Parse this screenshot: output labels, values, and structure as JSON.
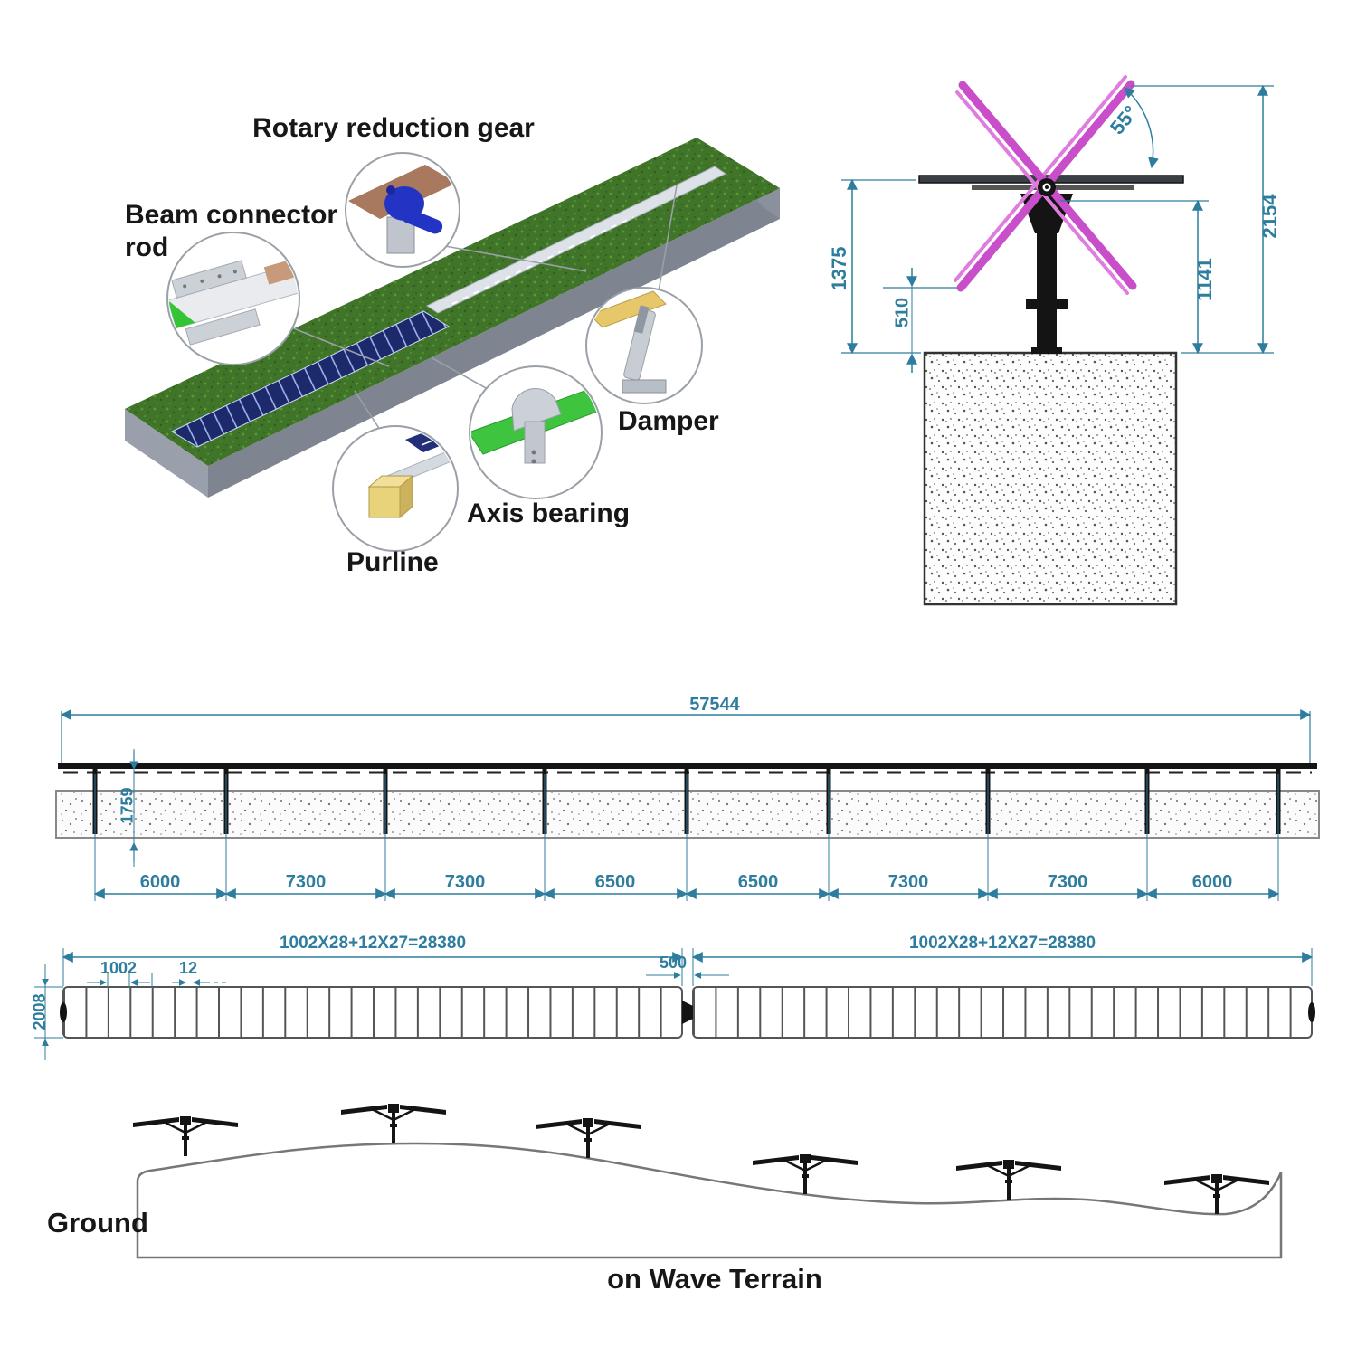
{
  "illustration": {
    "labels": {
      "rotary_reduction_gear": "Rotary reduction gear",
      "beam_connector_line1": "Beam connector",
      "beam_connector_line2": "rod",
      "damper": "Damper",
      "axis_bearing": "Axis bearing",
      "purline": "Purline"
    }
  },
  "side_view": {
    "tilt_angle": "55°",
    "overall_height": "2154",
    "rotation_center_height": "1141",
    "table_height": "1375",
    "min_ground_clearance": "510"
  },
  "elevation": {
    "total_length": "57544",
    "pile_depth": "1759",
    "spans": [
      "6000",
      "7300",
      "7300",
      "6500",
      "6500",
      "7300",
      "7300",
      "6000"
    ]
  },
  "plan_view": {
    "left_row_length": "1002X28+12X27=28380",
    "right_row_length": "1002X28+12X27=28380",
    "module_width": "1002",
    "module_gap": "12",
    "center_gap": "500",
    "row_width": "2008"
  },
  "terrain": {
    "ground": "Ground",
    "caption": "on Wave Terrain"
  },
  "colors": {
    "dimension": "#2e7d9e",
    "panel": "#c84fc9",
    "structure": "#141414",
    "grass": "#3f7429",
    "concrete_dot": "#606060"
  }
}
